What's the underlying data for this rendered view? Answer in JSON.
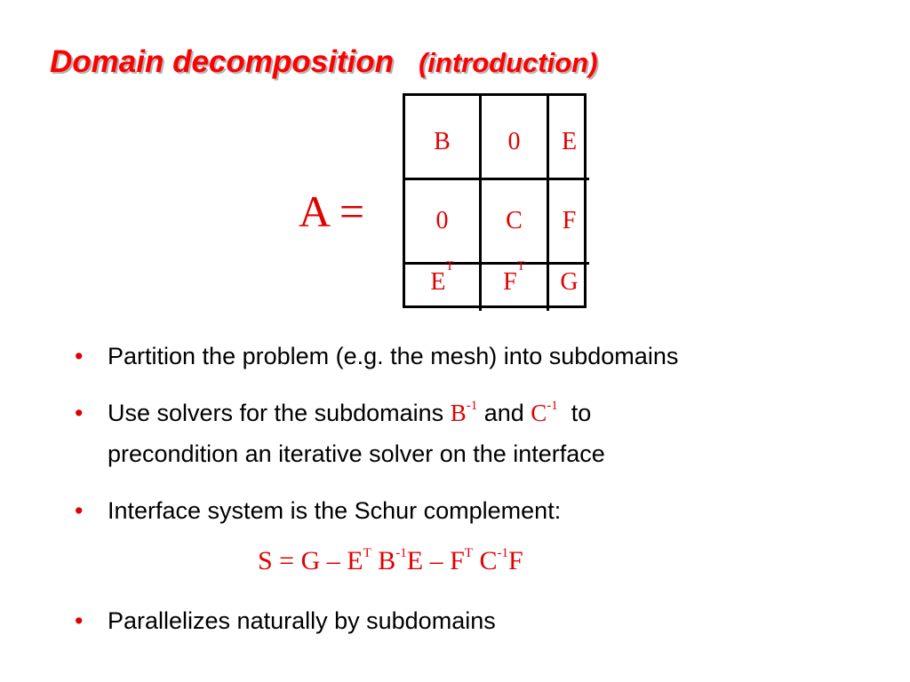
{
  "title": {
    "main": "Domain decomposition",
    "sub": "(introduction)"
  },
  "matrix": {
    "label": "A =",
    "cells": [
      [
        {
          "base": "B",
          "sup": ""
        },
        {
          "base": "0",
          "sup": ""
        },
        {
          "base": "E",
          "sup": ""
        }
      ],
      [
        {
          "base": "0",
          "sup": ""
        },
        {
          "base": "C",
          "sup": ""
        },
        {
          "base": "F",
          "sup": ""
        }
      ],
      [
        {
          "base": "E",
          "sup": "T"
        },
        {
          "base": "F",
          "sup": "T"
        },
        {
          "base": "G",
          "sup": ""
        }
      ]
    ]
  },
  "bullets": {
    "marker": "•",
    "b1": "Partition the problem (e.g. the mesh) into subdomains",
    "b2": {
      "pre": "Use solvers for the subdomains ",
      "m1_base": "B",
      "m1_sup": "-1",
      "mid": " and ",
      "m2_base": "C",
      "m2_sup": "-1",
      "post_line1": "  to",
      "line2": "precondition an iterative solver on the interface"
    },
    "b3": "Interface system is the Schur complement:",
    "b4": "Parallelizes naturally by subdomains"
  },
  "formula": {
    "p1": "S = G – E",
    "s1": "T",
    "p2": " B",
    "s2": "-1",
    "p3": "E – F",
    "s3": "T",
    "p4": " C",
    "s4": "-1",
    "p5": "F"
  },
  "colors": {
    "accent": "#e00000",
    "title": "#ff0000",
    "text": "#000000"
  }
}
